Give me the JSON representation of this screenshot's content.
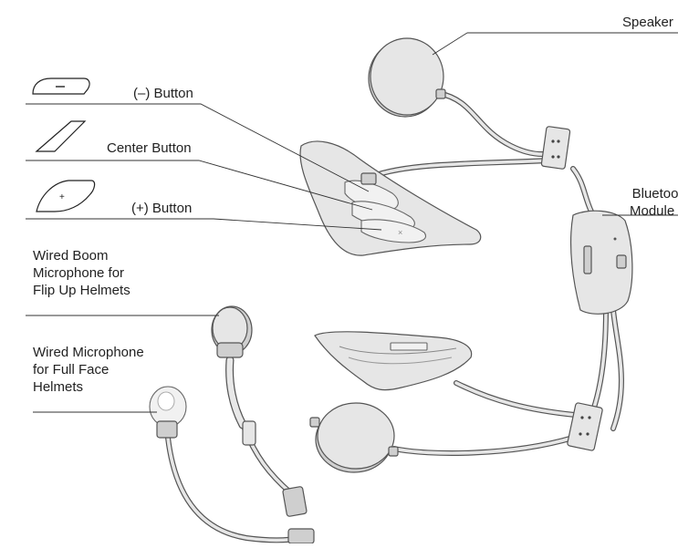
{
  "labels": {
    "speaker": "Speaker",
    "minus_button": "(–) Button",
    "center_button": "Center Button",
    "plus_button": "(+) Button",
    "bluetooth_module": [
      "Bluetooth",
      "Module"
    ],
    "boom_mic": [
      "Wired Boom",
      "Microphone for",
      "Flip Up Helmets"
    ],
    "wired_mic": [
      "Wired Microphone",
      "for Full Face",
      "Helmets"
    ]
  },
  "icons": {
    "minus": "minus-button-icon",
    "center": "center-button-icon",
    "plus": "plus-button-icon"
  }
}
